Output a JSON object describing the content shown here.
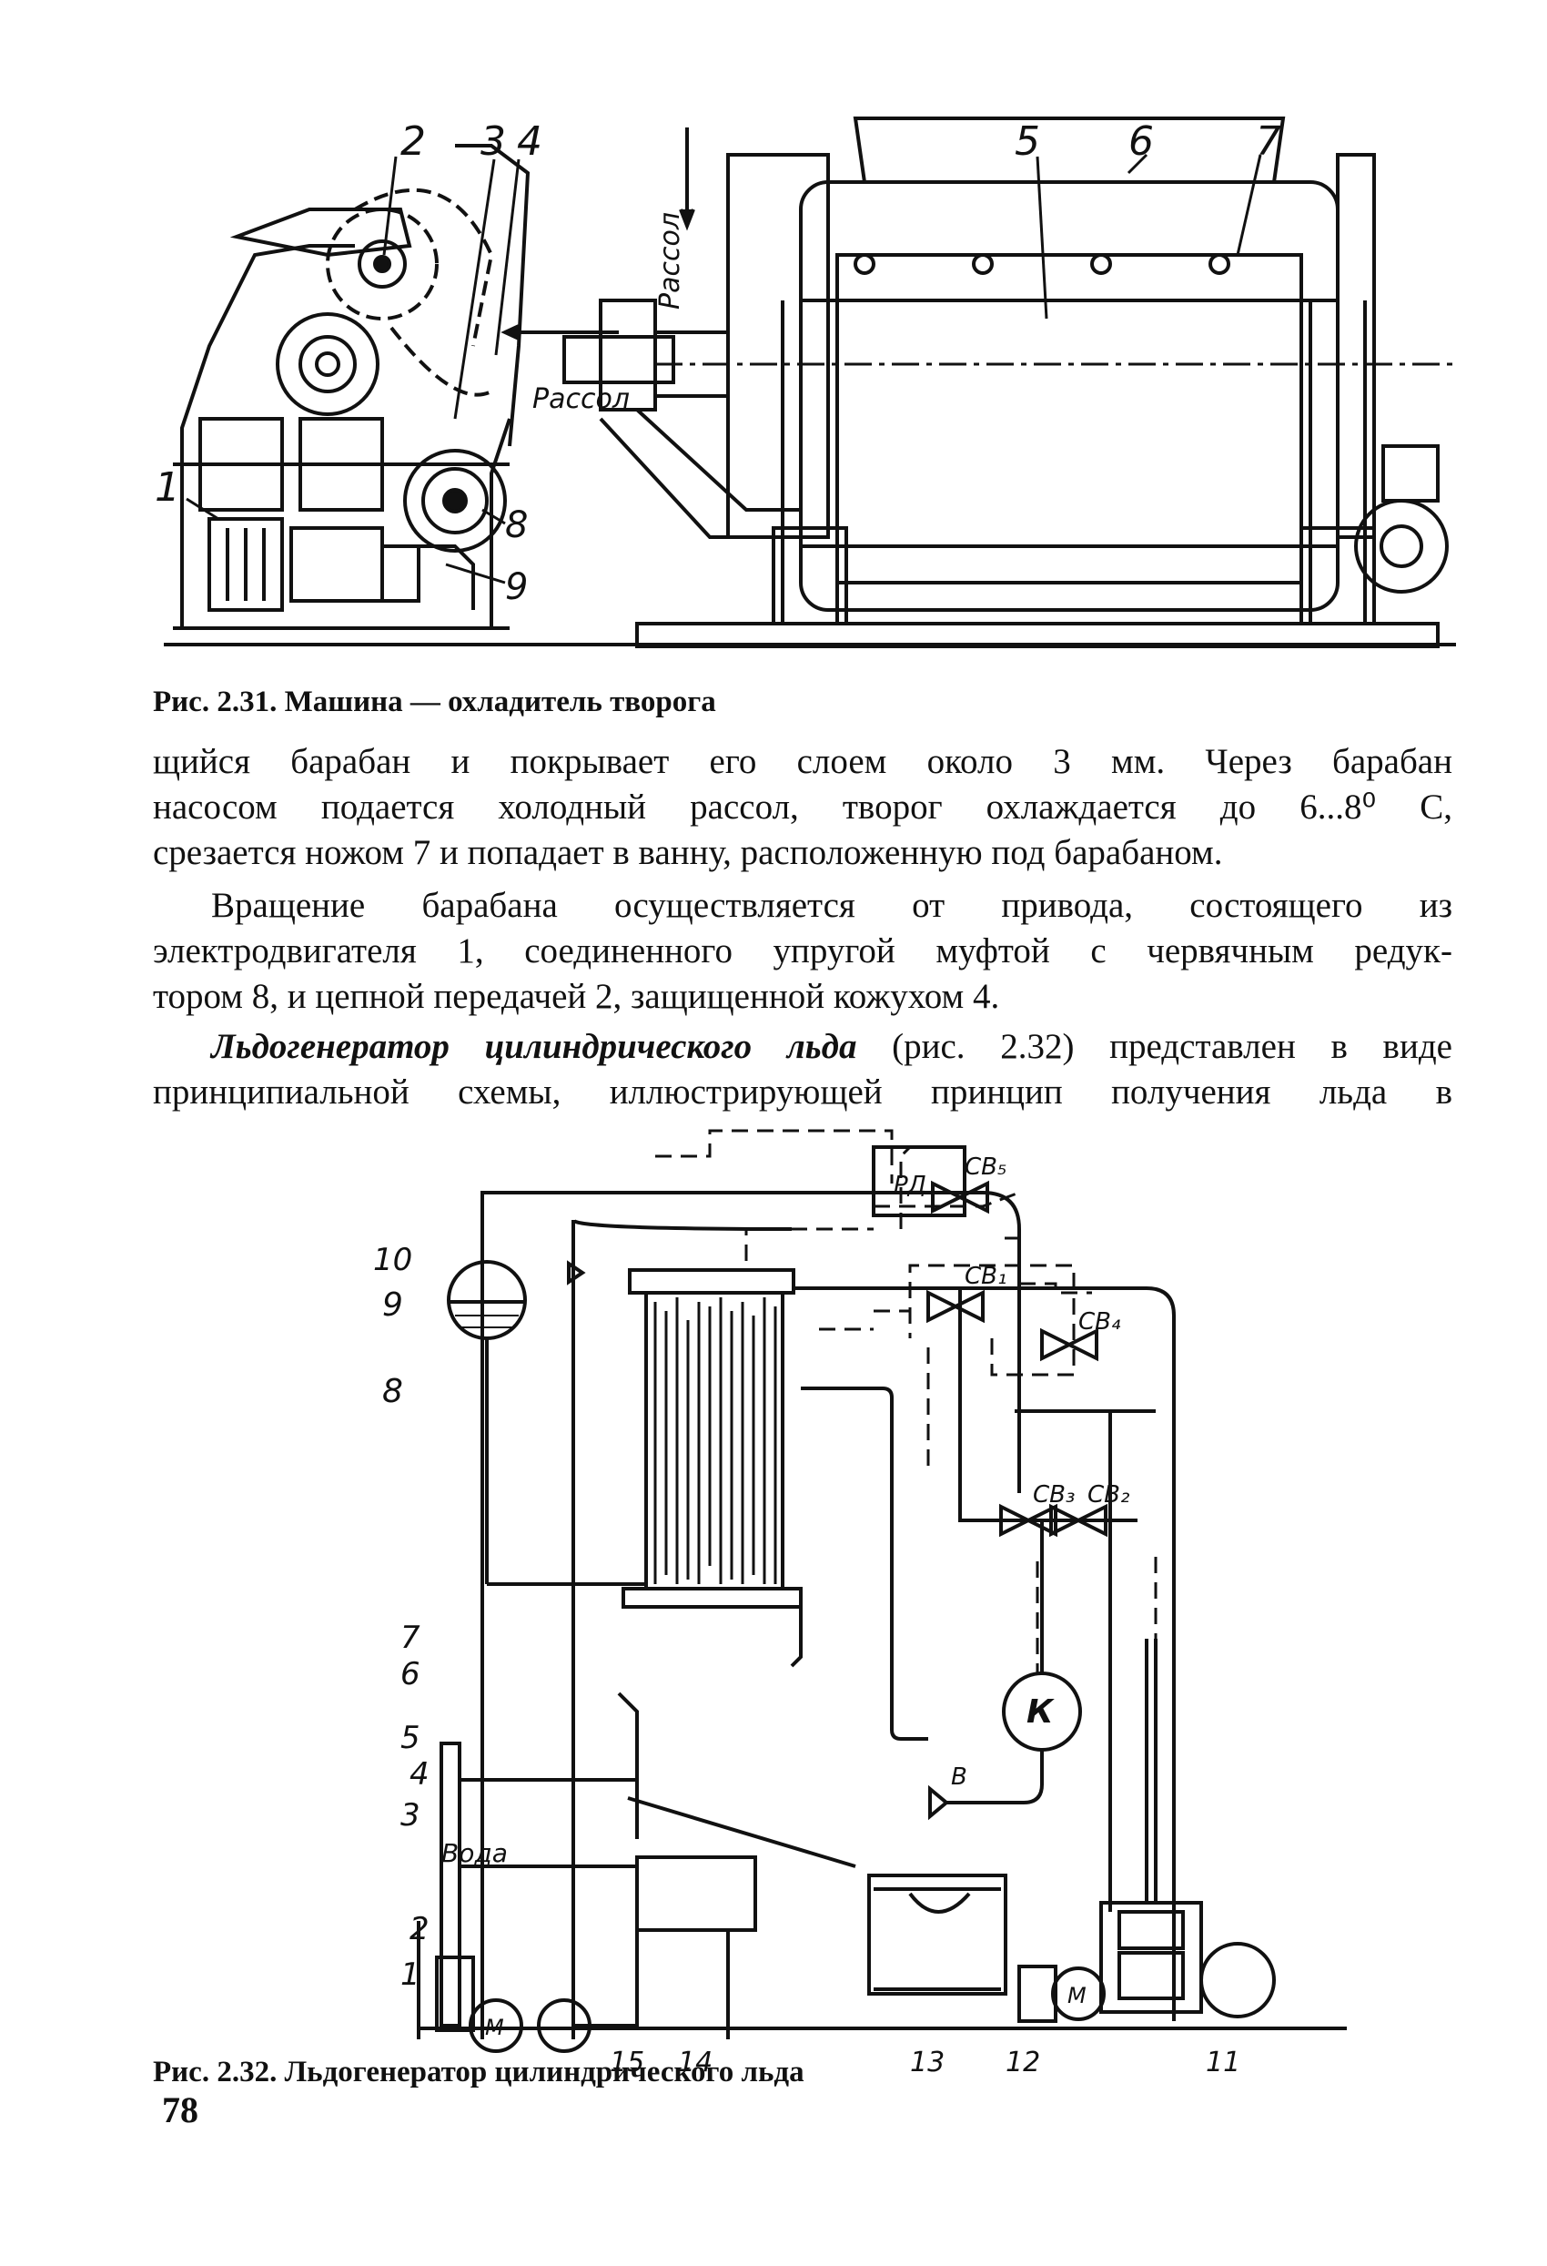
{
  "figure1": {
    "caption": "Рис. 2.31. Машина — охладитель творога",
    "labels": {
      "n1": "1",
      "n2": "2",
      "n3": "3",
      "n4": "4",
      "n5": "5",
      "n6": "6",
      "n7": "7",
      "n8": "8",
      "n9": "9",
      "brine_in": "Рассол",
      "brine_out": "Рассол"
    }
  },
  "text": {
    "p1_lines": [
      "щийся барабан и покрывает его слоем около 3 мм. Через барабан",
      "насосом подается холодный рассол, творог охлаждается до 6...8⁰ С,",
      "срезается ножом 7 и попадает в ванну, расположенную под барабаном."
    ],
    "p2_lines": [
      "Вращение барабана осуществляется от привода, состоящего из",
      "электродвигателя 1, соединенного упругой муфтой с червячным редук-",
      "тором 8, и цепной передачей 2, защищенной кожухом 4."
    ],
    "p3_term": "Льдогенератор цилиндрического льда",
    "p3_line1_rest": " (рис. 2.32) представлен в виде",
    "p3_line2": "принципиальной схемы, иллюстрирующей принцип получения льда в"
  },
  "figure2": {
    "caption": "Рис. 2.32. Льдогенератор цилиндрического льда",
    "labels": {
      "n1": "1",
      "n2": "2",
      "n3": "3",
      "n4": "4",
      "n5": "5",
      "n6": "6",
      "n7": "7",
      "n8": "8",
      "n9": "9",
      "n10": "10",
      "n11": "11",
      "n12": "12",
      "n13": "13",
      "n14": "14",
      "n15": "15",
      "water": "Вода",
      "compressor": "К",
      "pd": "РД",
      "b": "В",
      "m1": "М",
      "m2": "М",
      "cv1": "СВ₁",
      "cv2": "СВ₂",
      "cv3": "СВ₃",
      "cv4": "СВ₄",
      "cv5": "СВ₅"
    }
  },
  "page_number": "78"
}
